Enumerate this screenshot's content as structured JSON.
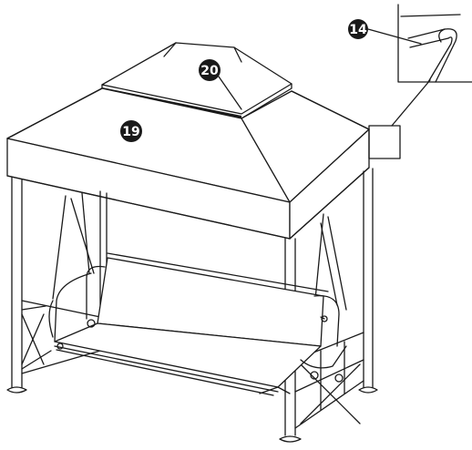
{
  "diagram": {
    "callouts": [
      {
        "id": "part-14",
        "label": "14"
      },
      {
        "id": "part-19",
        "label": "19"
      },
      {
        "id": "part-20",
        "label": "20"
      }
    ],
    "colors": {
      "ink": "#1a1a1a",
      "paper": "#ffffff"
    }
  }
}
